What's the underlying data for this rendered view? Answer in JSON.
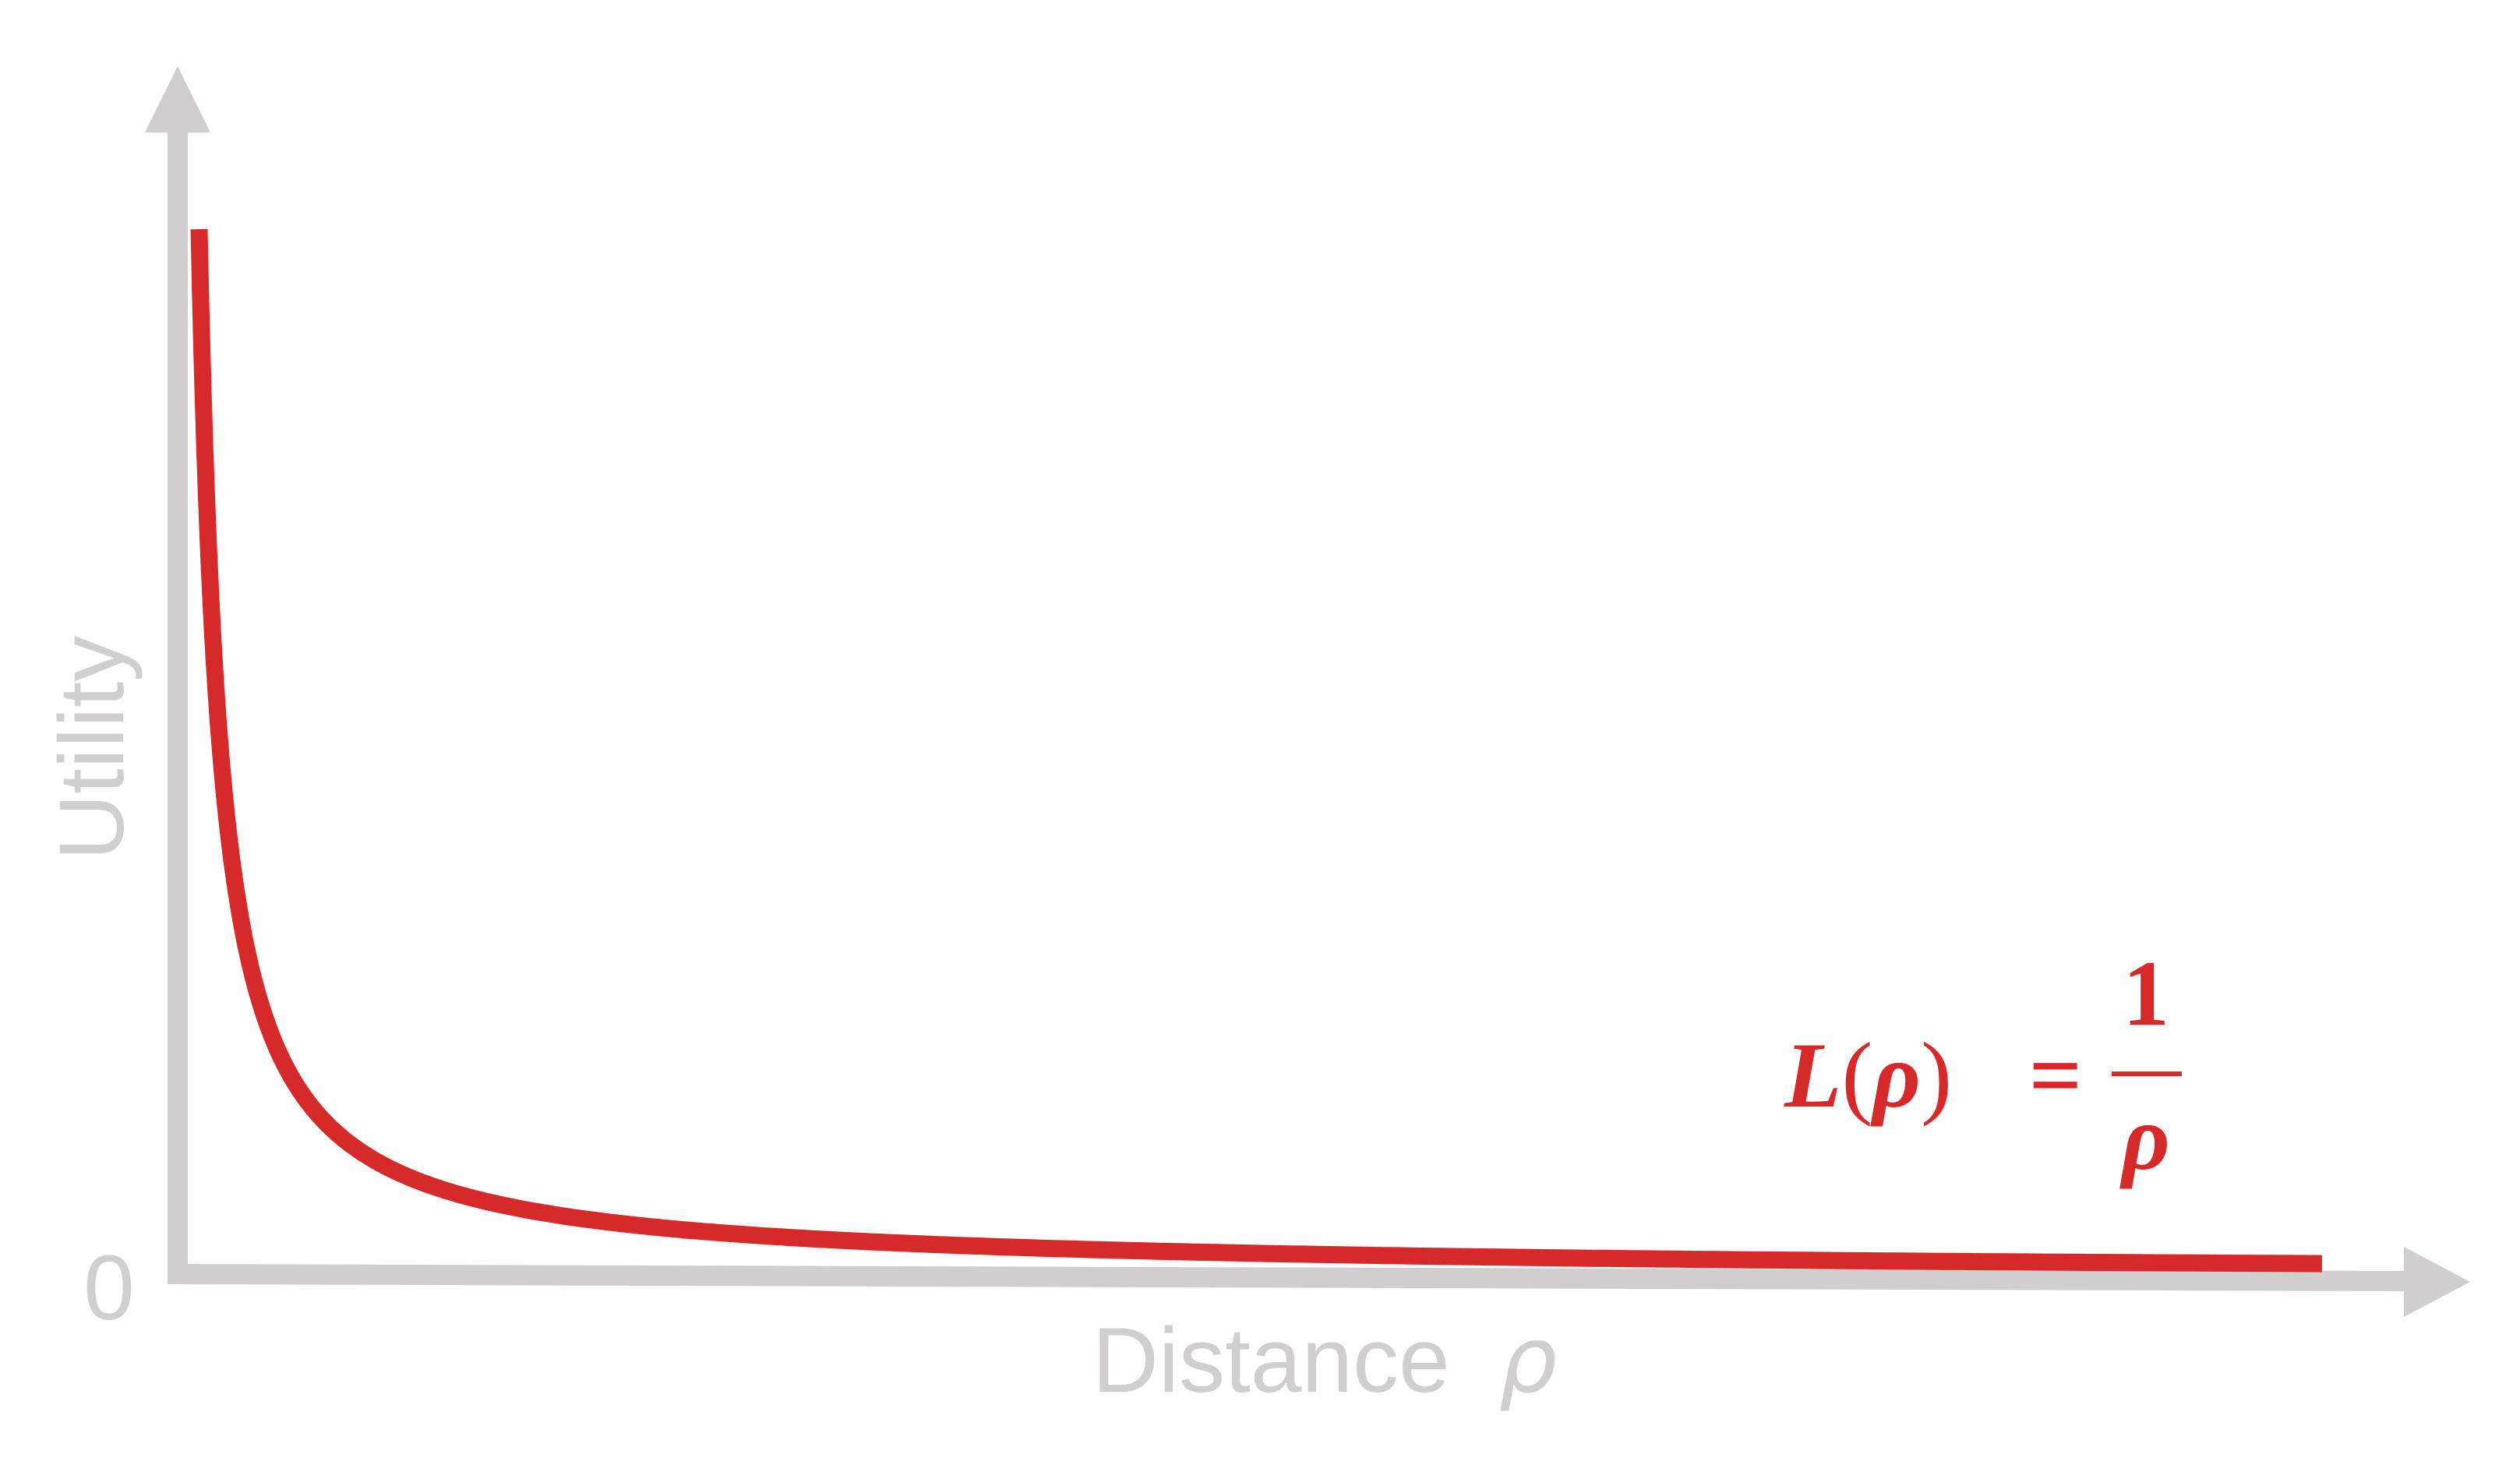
{
  "chart_data": {
    "type": "line",
    "xlabel": "Distance",
    "xlabel_symbol": "ρ",
    "ylabel": "Utility",
    "y_origin_label": "0",
    "annotation": {
      "lhs_italic": "L",
      "lhs_paren_open": "(",
      "lhs_symbol": "ρ",
      "lhs_paren_close": ")",
      "equals": "=",
      "numerator": "1",
      "denominator": "ρ"
    },
    "series": [
      {
        "function": "1/x",
        "color": "#d62a2a",
        "x": [
          0.05,
          0.055,
          0.06,
          0.07,
          0.08,
          0.09,
          0.1,
          0.12,
          0.14,
          0.17,
          0.2,
          0.25,
          0.3,
          0.35,
          0.4,
          0.5,
          0.6,
          0.7,
          0.8,
          0.9,
          1.0,
          1.2,
          1.4,
          1.6,
          1.8,
          2.0,
          2.3,
          2.6,
          3.0,
          3.5,
          4.0,
          4.5,
          5.0
        ],
        "y": [
          20.0,
          18.18,
          16.67,
          14.29,
          12.5,
          11.11,
          10.0,
          8.33,
          7.14,
          5.88,
          5.0,
          4.0,
          3.33,
          2.86,
          2.5,
          2.0,
          1.67,
          1.43,
          1.25,
          1.11,
          1.0,
          0.83,
          0.71,
          0.63,
          0.56,
          0.5,
          0.43,
          0.38,
          0.33,
          0.29,
          0.25,
          0.22,
          0.2
        ]
      }
    ],
    "xlim": [
      0,
      5.2
    ],
    "ylim": [
      0,
      22
    ],
    "grid": false,
    "axis_color": "#d0cece",
    "curve_color": "#d62a2a"
  }
}
